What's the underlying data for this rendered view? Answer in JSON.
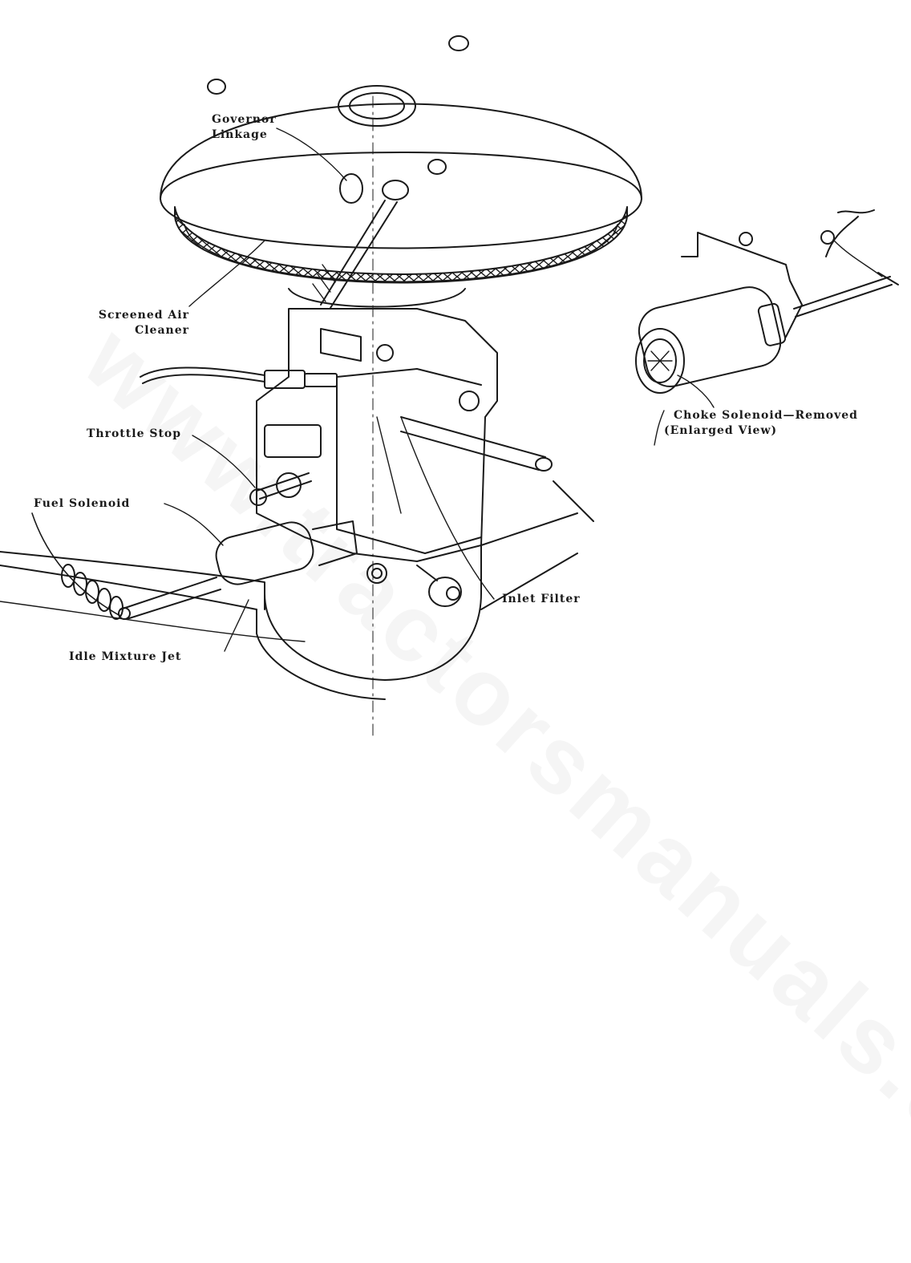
{
  "labels": {
    "governor": [
      "Governor",
      "Linkage"
    ],
    "air_cleaner": [
      "Screened Air",
      "Cleaner"
    ],
    "throttle_stop": "Throttle Stop",
    "fuel_solenoid": "Fuel Solenoid",
    "idle_mixture_jet": "Idle Mixture Jet",
    "inlet_filter": "Inlet Filter",
    "choke_solenoid": [
      "Choke Solenoid—Removed",
      "(Enlarged View)"
    ]
  },
  "watermark": "www.tractorsmanuals.com",
  "colors": {
    "ink": "#1a1a1a",
    "background": "#ffffff"
  }
}
